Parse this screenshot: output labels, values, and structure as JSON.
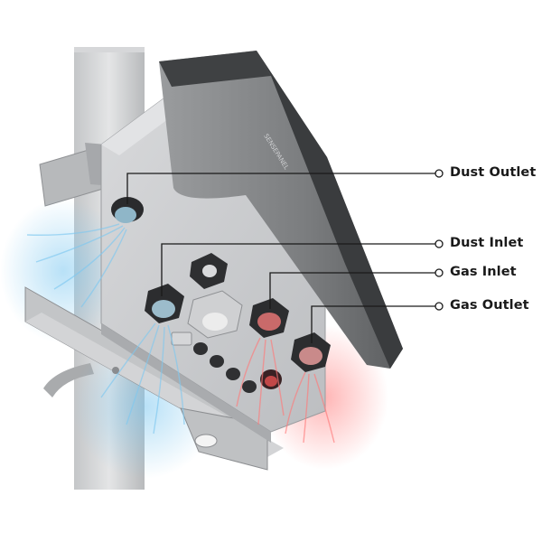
{
  "figure": {
    "type": "annotated-product-illustration",
    "subject": "pole-mounted air quality monitor",
    "background_color": "#ffffff",
    "device_mark": "SENSEPANEL",
    "callouts": [
      {
        "id": "dust-outlet",
        "label": "Dust Outlet"
      },
      {
        "id": "dust-inlet",
        "label": "Dust Inlet"
      },
      {
        "id": "gas-inlet",
        "label": "Gas Inlet"
      },
      {
        "id": "gas-outlet",
        "label": "Gas Outlet"
      }
    ],
    "colors": {
      "dust_airflow": "#7ec8f0",
      "gas_airflow": "#ff7a7a",
      "housing": "#c9cbce",
      "cover": "#707274",
      "leader_line": "#1a1a1a"
    }
  }
}
